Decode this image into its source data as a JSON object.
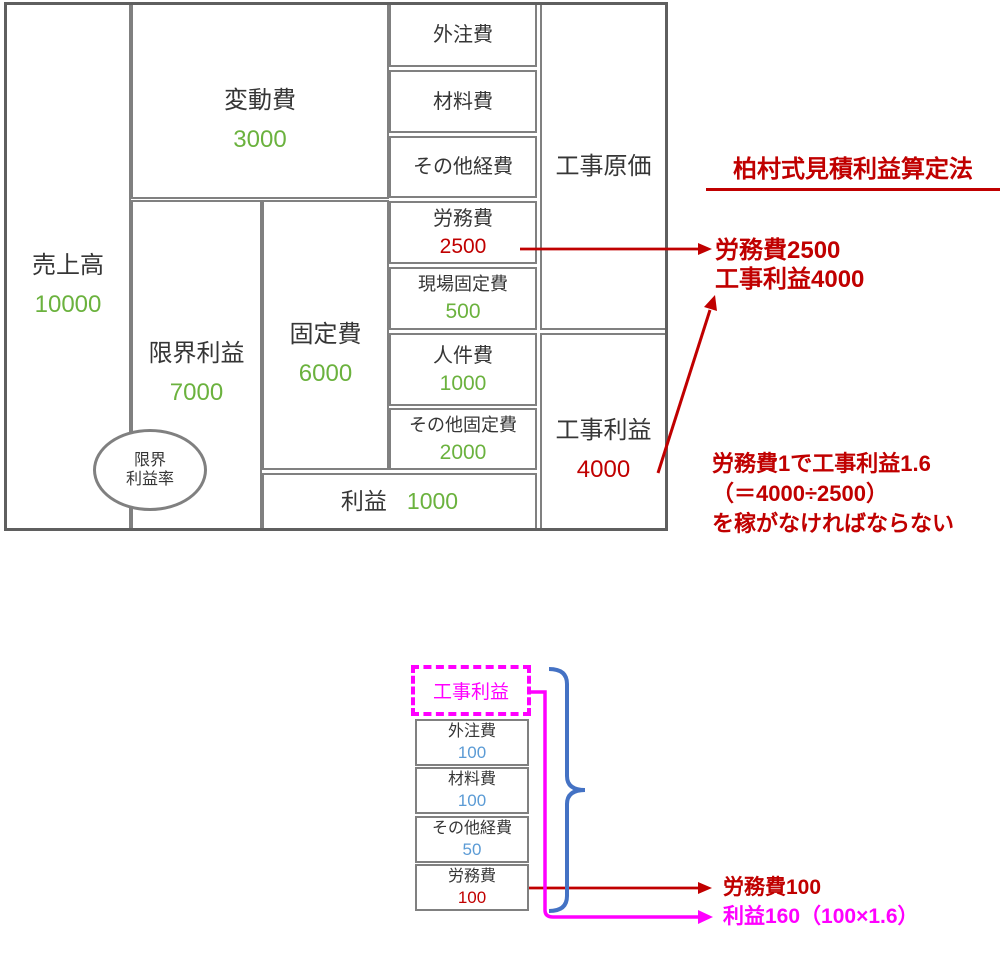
{
  "colors": {
    "green": "#6BB23E",
    "red": "#C00000",
    "blue_number": "#5B9BD5",
    "brace_blue": "#4472C4",
    "magenta": "#FF00FF",
    "border_gray": "#808080"
  },
  "table": {
    "sales_label": "売上高",
    "sales_value": "10000",
    "variable_label": "変動費",
    "variable_value": "3000",
    "marginal_label": "限界利益",
    "marginal_value": "7000",
    "fixed_label": "固定費",
    "fixed_value": "6000",
    "outsourcing_label": "外注費",
    "materials_label": "材料費",
    "other_expenses_label": "その他経費",
    "labor_label": "労務費",
    "labor_value": "2500",
    "site_fixed_label": "現場固定費",
    "site_fixed_value": "500",
    "personnel_label": "人件費",
    "personnel_value": "1000",
    "other_fixed_label": "その他固定費",
    "other_fixed_value": "2000",
    "profit_label": "利益",
    "profit_value": "1000",
    "construction_cost_label": "工事原価",
    "construction_profit_label": "工事利益",
    "construction_profit_value": "4000",
    "rate_line1": "限界",
    "rate_line2": "利益率"
  },
  "annotation": {
    "title": "柏村式見積利益算定法",
    "note1_line1": "労務費2500",
    "note1_line2": "工事利益4000",
    "note2_line1": "労務費1で工事利益1.6",
    "note2_line2": "（＝4000÷2500）",
    "note2_line3": "を稼がなければならない"
  },
  "stack": {
    "profit_label": "工事利益",
    "items": [
      {
        "label": "外注費",
        "value": "100"
      },
      {
        "label": "材料費",
        "value": "100"
      },
      {
        "label": "その他経費",
        "value": "50"
      },
      {
        "label": "労務費",
        "value": "100"
      }
    ],
    "labor_note": "労務費100",
    "profit_note": "利益160（100×1.6）"
  }
}
